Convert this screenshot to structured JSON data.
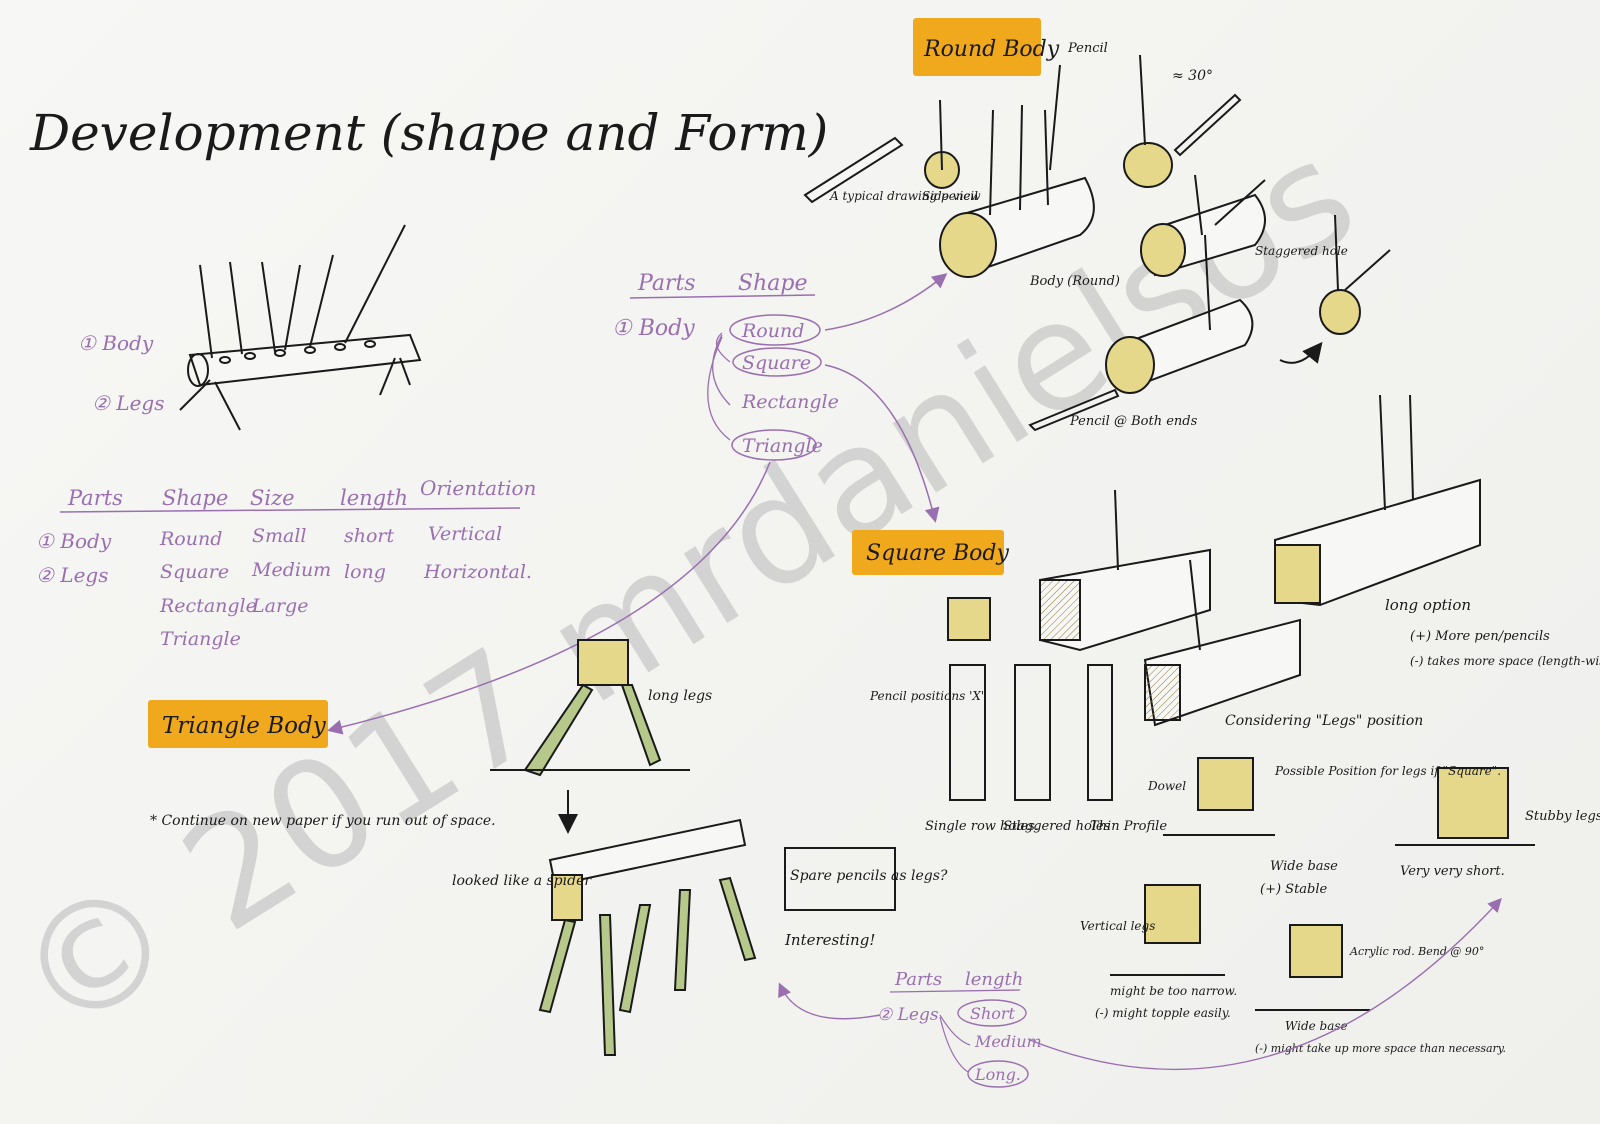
{
  "title": "Development (shape and Form)",
  "watermark": "© 2017 mrdanielsos",
  "highlights": {
    "round_body": "Round Body",
    "square_body": "Square Body",
    "triangle_body": "Triangle Body"
  },
  "left_sketch": {
    "label1": "① Body",
    "label2": "② Legs"
  },
  "parts_table": {
    "headers": [
      "Parts",
      "Shape",
      "Size",
      "length",
      "Orientation"
    ],
    "col_parts": [
      "① Body",
      "② Legs"
    ],
    "col_shape": [
      "Round",
      "Square",
      "Rectangle",
      "Triangle"
    ],
    "col_size": [
      "Small",
      "Medium",
      "Large"
    ],
    "col_length": [
      "short",
      "long"
    ],
    "col_orientation": [
      "Vertical",
      "Horizontal."
    ]
  },
  "center_tree": {
    "header_parts": "Parts",
    "header_shape": "Shape",
    "root": "① Body",
    "options": [
      "Round",
      "Square",
      "Rectangle",
      "Triangle"
    ]
  },
  "round_notes": {
    "pencil": "Pencil",
    "typical_pencil": "A typical drawing pencil",
    "side_view": "Side view",
    "angle": "≈ 30°",
    "staggered_hole": "Staggered hole",
    "body_round": "Body (Round)",
    "pencil_both_ends": "Pencil @ Both ends"
  },
  "square_notes": {
    "pencil_positions": "Pencil positions 'X'",
    "single_row": "Single row holes.",
    "staggered_holes": "Staggered holes",
    "thin_profile": "Thin Profile",
    "long_option": "long option",
    "long_plus": "(+) More pen/pencils",
    "long_minus": "(-) takes more space (length-wise)",
    "considering_legs": "Considering \"Legs\" position",
    "dowel": "Dowel",
    "possible_position": "Possible Position for legs if \"Square\".",
    "wide_base": "Wide base",
    "stable": "(+) Stable",
    "stubby_legs": "Stubby legs",
    "very_short": "Very very short.",
    "vertical_legs": "Vertical legs",
    "narrow": "might be too narrow.",
    "topple": "(-) might topple easily.",
    "acrylic": "Acrylic rod. Bend @ 90°",
    "wide_base2": "Wide base",
    "space": "(-) might take up more space than necessary."
  },
  "triangle_notes": {
    "continue": "* Continue on new paper if you run out of space.",
    "long_legs": "long legs",
    "spider": "looked like a spider",
    "spare_pencils": "Spare pencils as legs?",
    "interesting": "Interesting!"
  },
  "legs_tree": {
    "header_parts": "Parts",
    "header_length": "length",
    "root": "② Legs",
    "options": [
      "Short",
      "Medium",
      "Long."
    ]
  },
  "colors": {
    "ink": "#1a1a1a",
    "purple": "#9a6fb0",
    "highlight": "#f0a91c",
    "wood": "#e6d88a",
    "leg_green": "#b7c98a",
    "watermark": "#c9c9c9"
  }
}
